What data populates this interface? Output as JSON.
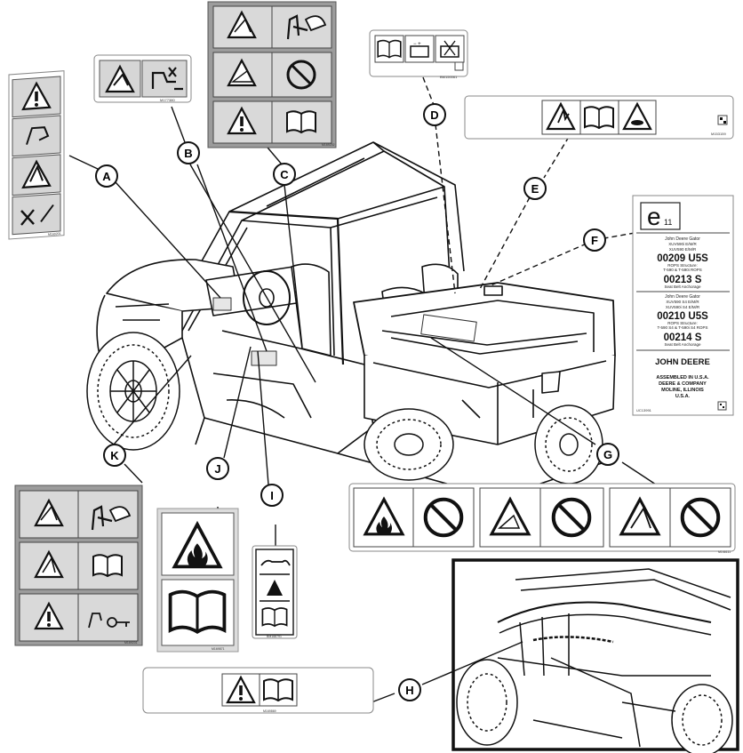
{
  "callouts": [
    {
      "letter": "A"
    },
    {
      "letter": "B"
    },
    {
      "letter": "C"
    },
    {
      "letter": "D"
    },
    {
      "letter": "E"
    },
    {
      "letter": "F"
    },
    {
      "letter": "G"
    },
    {
      "letter": "H"
    },
    {
      "letter": "I"
    },
    {
      "letter": "J"
    },
    {
      "letter": "K"
    }
  ],
  "part_numbers": {
    "A": "M169201",
    "B": "M177380",
    "C": "M169202",
    "D": "BM150061",
    "E": "M153159",
    "G": "M146111",
    "H": "M169869",
    "I": "BM168791",
    "J": "M169871",
    "K": "M169201",
    "F": "UC13991"
  },
  "plate_f": {
    "emark": "e",
    "emark_sub": "11",
    "model_block_1": [
      "John Deere Gator",
      "XUV590i E/M/R",
      "XUV590 E/M/R"
    ],
    "code_1": "00209 U5S",
    "rops_1": [
      "ROPS Structure:",
      "T-590 & T-590i ROPS"
    ],
    "code_2": "00213 S",
    "anchorage_1": "Seat Belt Anchorage",
    "model_block_2": [
      "John Deere Gator",
      "XUV590 S4 E/M/R",
      "XUV590i S4 E/M/R"
    ],
    "code_3": "00210 U5S",
    "rops_2": [
      "ROPS Structure:",
      "T-590 S4 & T-590i S4 ROPS"
    ],
    "code_4": "00214 S",
    "anchorage_2": "Seat Belt Anchorage",
    "brand": "JOHN DEERE",
    "assembly": [
      "ASSEMBLED IN U.S.A.",
      "DEERE & COMPANY",
      "MOLINE, ILLINOIS",
      "U.S.A."
    ]
  },
  "colors": {
    "line": "#111111",
    "label_gray": "#cfcfcf",
    "label_dark": "#9a9a9a",
    "icon_gray": "#bdbdbd"
  }
}
